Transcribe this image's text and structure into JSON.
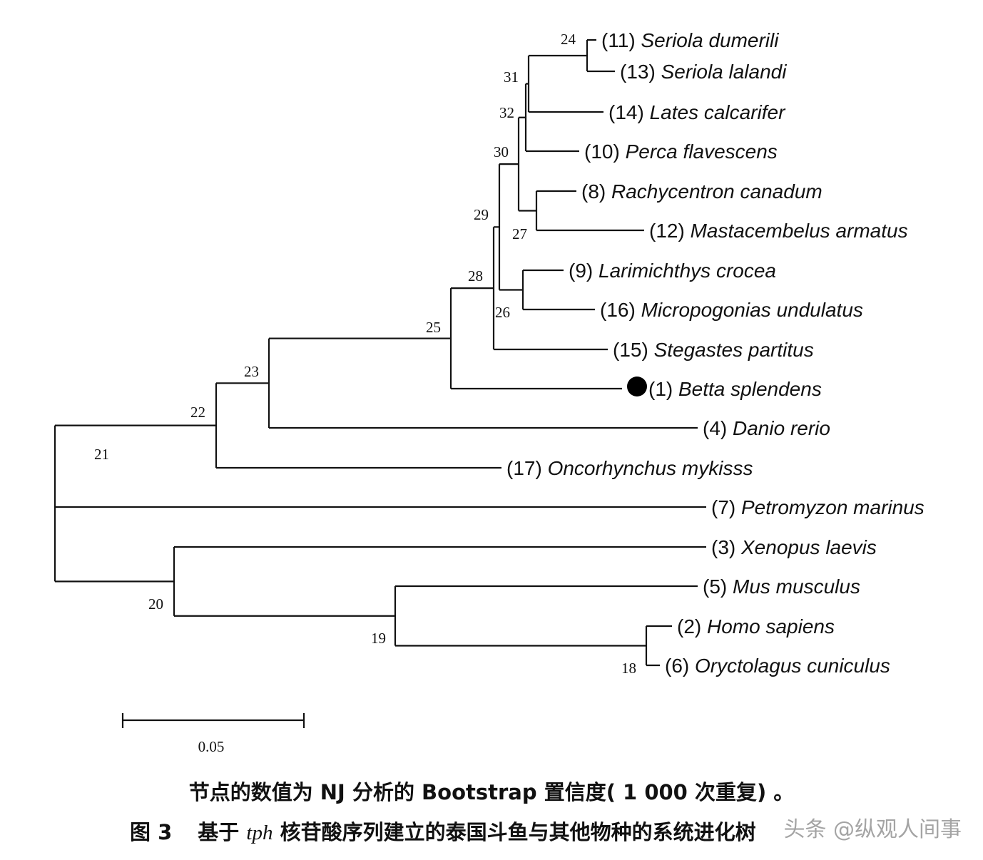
{
  "tree": {
    "leaves": [
      {
        "id": "l11",
        "num": "(11)",
        "name": "Seriola dumerili"
      },
      {
        "id": "l13",
        "num": "(13)",
        "name": "Seriola lalandi"
      },
      {
        "id": "l14",
        "num": "(14)",
        "name": "Lates calcarifer"
      },
      {
        "id": "l10",
        "num": "(10)",
        "name": "Perca flavescens"
      },
      {
        "id": "l8",
        "num": "(8)",
        "name": "Rachycentron canadum"
      },
      {
        "id": "l12",
        "num": "(12)",
        "name": "Mastacembelus armatus"
      },
      {
        "id": "l9",
        "num": "(9)",
        "name": "Larimichthys crocea"
      },
      {
        "id": "l16",
        "num": "(16)",
        "name": "Micropogonias undulatus"
      },
      {
        "id": "l15",
        "num": "(15)",
        "name": "Stegastes partitus"
      },
      {
        "id": "l1",
        "num": "(1)",
        "name": "Betta splendens",
        "marked": true
      },
      {
        "id": "l4",
        "num": "(4)",
        "name": "Danio rerio"
      },
      {
        "id": "l17",
        "num": "(17)",
        "name": "Oncorhynchus mykisss"
      },
      {
        "id": "l7",
        "num": "(7)",
        "name": "Petromyzon marinus"
      },
      {
        "id": "l3",
        "num": "(3)",
        "name": "Xenopus laevis"
      },
      {
        "id": "l5",
        "num": "(5)",
        "name": "Mus musculus"
      },
      {
        "id": "l2",
        "num": "(2)",
        "name": "Homo sapiens"
      },
      {
        "id": "l6",
        "num": "(6)",
        "name": "Oryctolagus cuniculus"
      }
    ],
    "nodes": [
      {
        "id": "n24",
        "label": "24"
      },
      {
        "id": "n31",
        "label": "31"
      },
      {
        "id": "n32",
        "label": "32"
      },
      {
        "id": "n30",
        "label": "30"
      },
      {
        "id": "n27",
        "label": "27"
      },
      {
        "id": "n29",
        "label": "29"
      },
      {
        "id": "n26",
        "label": "26"
      },
      {
        "id": "n28",
        "label": "28"
      },
      {
        "id": "n25",
        "label": "25"
      },
      {
        "id": "n23",
        "label": "23"
      },
      {
        "id": "n22",
        "label": "22"
      },
      {
        "id": "n21",
        "label": "21"
      },
      {
        "id": "n20",
        "label": "20"
      },
      {
        "id": "n19",
        "label": "19"
      },
      {
        "id": "n18",
        "label": "18"
      }
    ],
    "scale_bar_label": "0.05"
  },
  "caption": {
    "line1": "节点的数值为 NJ 分析的 Bootstrap 置信度( 1 000 次重复) 。",
    "fig_label": "图 3",
    "line2_prefix": "基于",
    "gene": "tph",
    "line2_suffix": "核苷酸序列建立的泰国斗鱼与其他物种的系统进化树"
  },
  "watermark": "头条 @纵观人间事",
  "colors": {
    "line": "#111111",
    "background": "#ffffff"
  }
}
